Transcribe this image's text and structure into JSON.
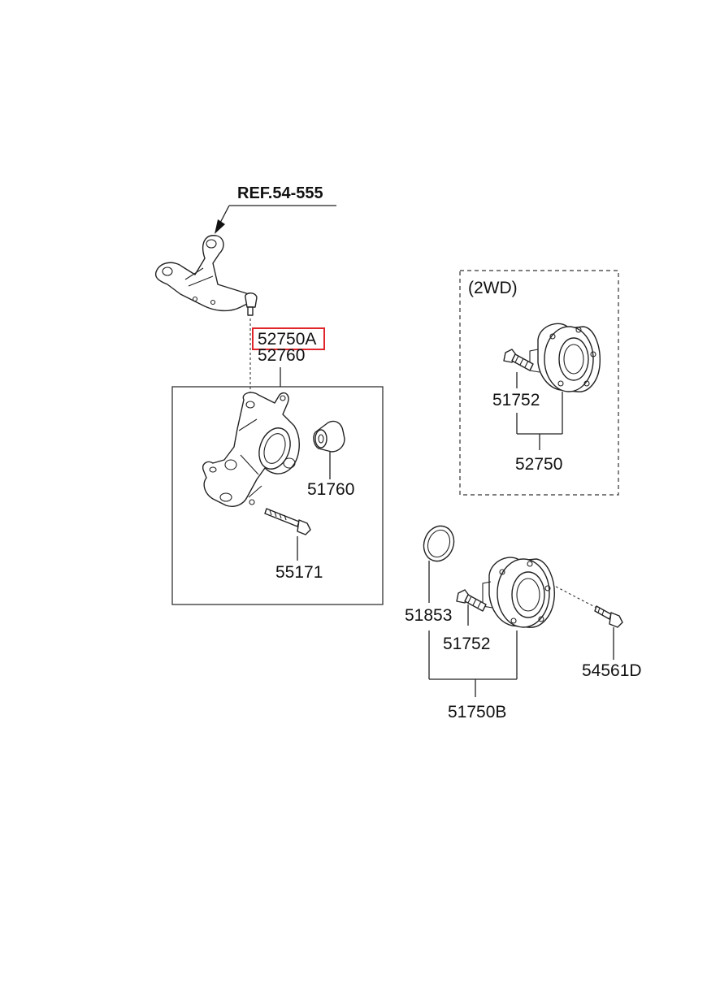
{
  "labels": {
    "ref": "REF.54-555",
    "knuckle_highlight": "52750A",
    "knuckle": "52760",
    "bushing": "51760",
    "knuckle_bolt": "55171",
    "variant_2wd": "(2WD)",
    "bolt_2wd": "51752",
    "hub_2wd": "52750",
    "o_ring": "51853",
    "hub_bolt": "51752",
    "mount_bolt": "54561D",
    "hub_assy": "51750B"
  },
  "colors": {
    "highlight": "#e0262b",
    "line": "#222222",
    "background": "#ffffff"
  }
}
